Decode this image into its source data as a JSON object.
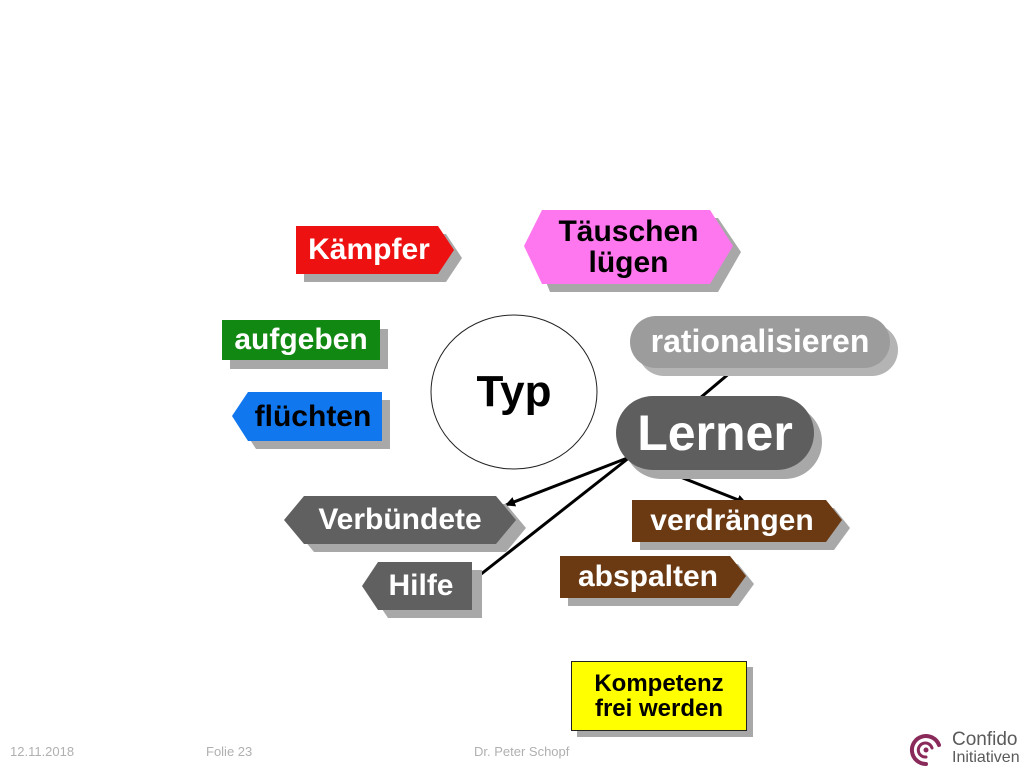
{
  "diagram": {
    "center": "Typ",
    "lerner": "Lerner",
    "kaempfer": "Kämpfer",
    "taeuschen": [
      "Täuschen",
      "lügen"
    ],
    "aufgeben": "aufgeben",
    "rationalisieren": "rationalisieren",
    "fluechten": "flüchten",
    "verbuendete": "Verbündete",
    "verdraengen": "verdrängen",
    "abspalten": "abspalten",
    "hilfe": "Hilfe",
    "kompetenz": [
      "Kompetenz",
      "frei werden"
    ]
  },
  "colors": {
    "kaempfer": "#ee1111",
    "taeuschen": "#ff77ee",
    "aufgeben": "#118811",
    "rationalisieren": "#9c9c9c",
    "fluechten": "#1177ee",
    "lerner": "#5e5e5e",
    "verbuendete": "#606060",
    "verdraengen": "#6b3a12",
    "abspalten": "#6b3a12",
    "hilfe": "#606060",
    "kompetenz": "#ffff00"
  },
  "footer": {
    "date": "12.11.2018",
    "slide": "Folie 23",
    "author": "Dr. Peter Schopf"
  },
  "logo": {
    "name": "Confido",
    "sub": "Initiativen"
  }
}
